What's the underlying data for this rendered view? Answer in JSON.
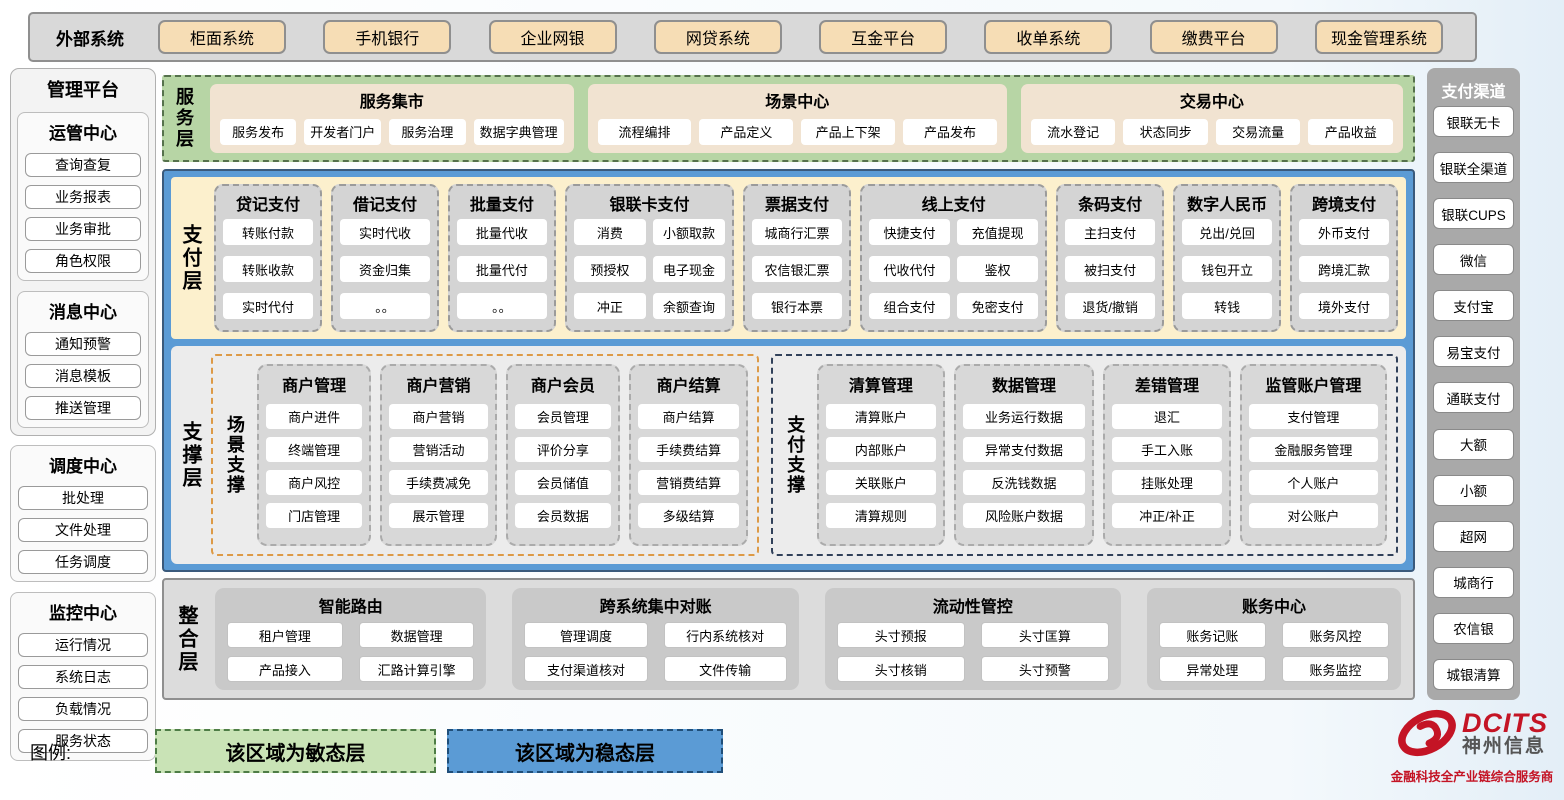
{
  "external_systems": {
    "label": "外部系统",
    "items": [
      "柜面系统",
      "手机银行",
      "企业网银",
      "网贷系统",
      "互金平台",
      "收单系统",
      "缴费平台",
      "现金管理系统"
    ]
  },
  "management_platform": {
    "title": "管理平台",
    "groups": [
      {
        "title": "运管中心",
        "items": [
          "查询查复",
          "业务报表",
          "业务审批",
          "角色权限"
        ]
      },
      {
        "title": "消息中心",
        "items": [
          "通知预警",
          "消息模板",
          "推送管理"
        ]
      },
      {
        "title": "调度中心",
        "items": [
          "批处理",
          "文件处理",
          "任务调度"
        ]
      },
      {
        "title": "监控中心",
        "items": [
          "运行情况",
          "系统日志",
          "负载情况",
          "服务状态"
        ]
      }
    ]
  },
  "service_layer": {
    "label": "服务层",
    "groups": [
      {
        "title": "服务集市",
        "items": [
          "服务发布",
          "开发者门户",
          "服务治理",
          "数据字典管理"
        ]
      },
      {
        "title": "场景中心",
        "items": [
          "流程编排",
          "产品定义",
          "产品上下架",
          "产品发布"
        ]
      },
      {
        "title": "交易中心",
        "items": [
          "流水登记",
          "状态同步",
          "交易流量",
          "产品收益"
        ]
      }
    ]
  },
  "payment_layer": {
    "label": "支付层",
    "columns": [
      {
        "title": "贷记支付",
        "cols": 1,
        "items": [
          "转账付款",
          "转账收款",
          "实时代付"
        ]
      },
      {
        "title": "借记支付",
        "cols": 1,
        "items": [
          "实时代收",
          "资金归集",
          "。。"
        ]
      },
      {
        "title": "批量支付",
        "cols": 1,
        "items": [
          "批量代收",
          "批量代付",
          "。。"
        ]
      },
      {
        "title": "银联卡支付",
        "cols": 2,
        "items": [
          "消费",
          "小额取款",
          "预授权",
          "电子现金",
          "冲正",
          "余额查询"
        ]
      },
      {
        "title": "票据支付",
        "cols": 1,
        "items": [
          "城商行汇票",
          "农信银汇票",
          "银行本票"
        ]
      },
      {
        "title": "线上支付",
        "cols": 2,
        "items": [
          "快捷支付",
          "充值提现",
          "代收代付",
          "鉴权",
          "组合支付",
          "免密支付"
        ]
      },
      {
        "title": "条码支付",
        "cols": 1,
        "items": [
          "主扫支付",
          "被扫支付",
          "退货/撤销"
        ]
      },
      {
        "title": "数字人民币",
        "cols": 1,
        "items": [
          "兑出/兑回",
          "钱包开立",
          "转钱"
        ]
      },
      {
        "title": "跨境支付",
        "cols": 1,
        "items": [
          "外币支付",
          "跨境汇款",
          "境外支付"
        ]
      }
    ]
  },
  "support_layer": {
    "label": "支撑层",
    "sections": [
      {
        "label": "场景支撑",
        "columns": [
          {
            "title": "商户管理",
            "items": [
              "商户进件",
              "终端管理",
              "商户风控",
              "门店管理"
            ]
          },
          {
            "title": "商户营销",
            "items": [
              "商户营销",
              "营销活动",
              "手续费减免",
              "展示管理"
            ]
          },
          {
            "title": "商户会员",
            "items": [
              "会员管理",
              "评价分享",
              "会员储值",
              "会员数据"
            ]
          },
          {
            "title": "商户结算",
            "items": [
              "商户结算",
              "手续费结算",
              "营销费结算",
              "多级结算"
            ]
          }
        ]
      },
      {
        "label": "支付支撑",
        "columns": [
          {
            "title": "清算管理",
            "items": [
              "清算账户",
              "内部账户",
              "关联账户",
              "清算规则"
            ]
          },
          {
            "title": "数据管理",
            "items": [
              "业务运行数据",
              "异常支付数据",
              "反洗钱数据",
              "风险账户数据"
            ]
          },
          {
            "title": "差错管理",
            "items": [
              "退汇",
              "手工入账",
              "挂账处理",
              "冲正/补正"
            ]
          },
          {
            "title": "监管账户管理",
            "items": [
              "支付管理",
              "金融服务管理",
              "个人账户",
              "对公账户"
            ]
          }
        ]
      }
    ]
  },
  "integration_layer": {
    "label": "整合层",
    "groups": [
      {
        "title": "智能路由",
        "items": [
          "租户管理",
          "数据管理",
          "产品接入",
          "汇路计算引擎"
        ]
      },
      {
        "title": "跨系统集中对账",
        "items": [
          "管理调度",
          "行内系统核对",
          "支付渠道核对",
          "文件传输"
        ]
      },
      {
        "title": "流动性管控",
        "items": [
          "头寸预报",
          "头寸匡算",
          "头寸核销",
          "头寸预警"
        ]
      },
      {
        "title": "账务中心",
        "items": [
          "账务记账",
          "账务风控",
          "异常处理",
          "账务监控"
        ]
      }
    ]
  },
  "payment_channels": {
    "title": "支付渠道",
    "items": [
      "银联无卡",
      "银联全渠道",
      "银联CUPS",
      "微信",
      "支付宝",
      "易宝支付",
      "通联支付",
      "大额",
      "小额",
      "超网",
      "城商行",
      "农信银",
      "城银清算"
    ]
  },
  "legend": {
    "label": "图例:",
    "agile": "该区域为敏态层",
    "stable": "该区域为稳态层"
  },
  "logo": {
    "brand": "DCITS",
    "company": "神州信息",
    "tagline": "金融科技全产业链综合服务商"
  },
  "colors": {
    "accent_blue": "#5b9bd5",
    "agile_green": "#b7d5a5",
    "panel_yellow": "#fcf0cd",
    "tan": "#f6ddb5",
    "brand_red": "#c41425"
  }
}
